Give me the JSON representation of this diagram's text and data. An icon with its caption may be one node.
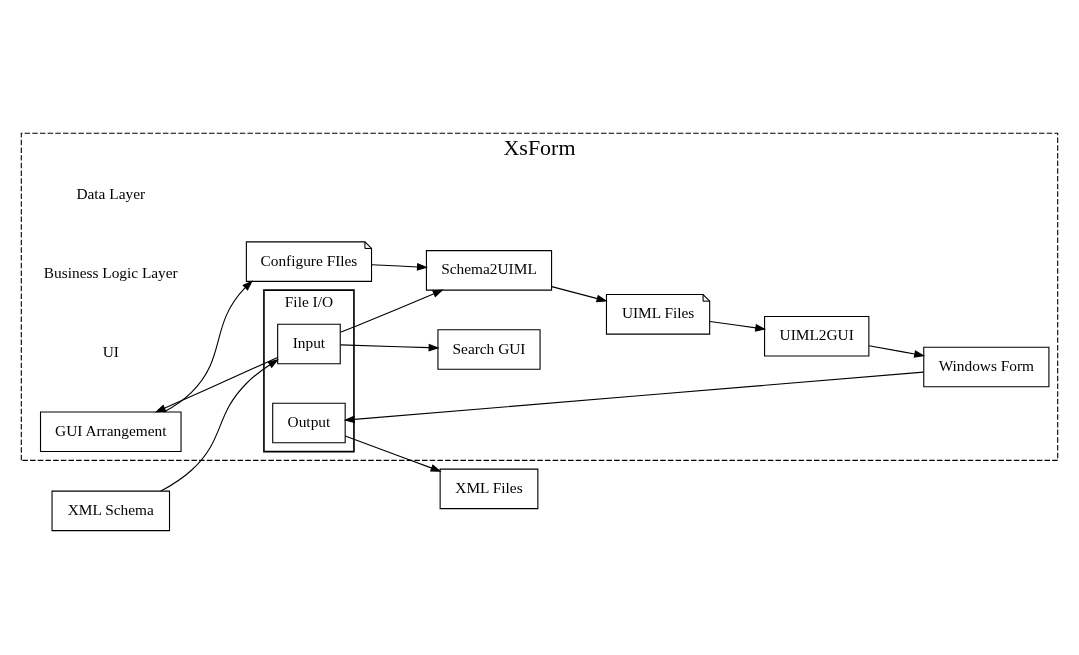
{
  "diagram": {
    "nodes": [
      {
        "text": [
          "XsForm"
        ]
      },
      {
        "text": [
          "Configure FIles"
        ],
        "in": 0
      },
      {
        "text": [
          "UIML Files"
        ],
        "in": 0
      },
      {
        "text": [
          "Schema2UIML"
        ],
        "in": 0
      },
      {
        "text": [
          "UIML2GUI"
        ],
        "in": 0
      },
      {
        "text": [
          "GUI Arrangement"
        ],
        "in": 0
      },
      {
        "text": [
          "File I/O"
        ],
        "in": 0
      },
      {
        "text": [
          "Input"
        ],
        "in": 6
      },
      {
        "text": [
          "Output"
        ],
        "in": 6
      },
      {
        "text": [
          "Windows Form"
        ],
        "in": 0
      },
      {
        "text": [
          "Search GUI"
        ],
        "in": 0
      },
      {
        "text": [
          "XML Schema"
        ]
      },
      {
        "text": [
          "XML Files"
        ]
      }
    ],
    "edges": [
      {
        "from": 1,
        "to": 3,
        "arrow": "to"
      },
      {
        "from": 3,
        "to": 2,
        "arrow": "to"
      },
      {
        "from": 2,
        "to": 4,
        "arrow": "to"
      },
      {
        "from": 7,
        "to": 3,
        "arrow": "to"
      },
      {
        "from": 7,
        "to": 5,
        "arrow": "to"
      },
      {
        "from": 7,
        "to": 10,
        "arrow": "to"
      },
      {
        "from": 11,
        "to": 7,
        "arrow": "to"
      },
      {
        "from": 9,
        "to": 8,
        "arrow": "to"
      },
      {
        "from": 4,
        "to": 9,
        "arrow": "to"
      },
      {
        "from": 8,
        "to": 12,
        "arrow": "to"
      },
      {
        "from": 5,
        "to": 1,
        "arrow": "to"
      }
    ],
    "labels": [
      "Data Layer",
      "Business Logic Layer",
      "UI"
    ]
  }
}
